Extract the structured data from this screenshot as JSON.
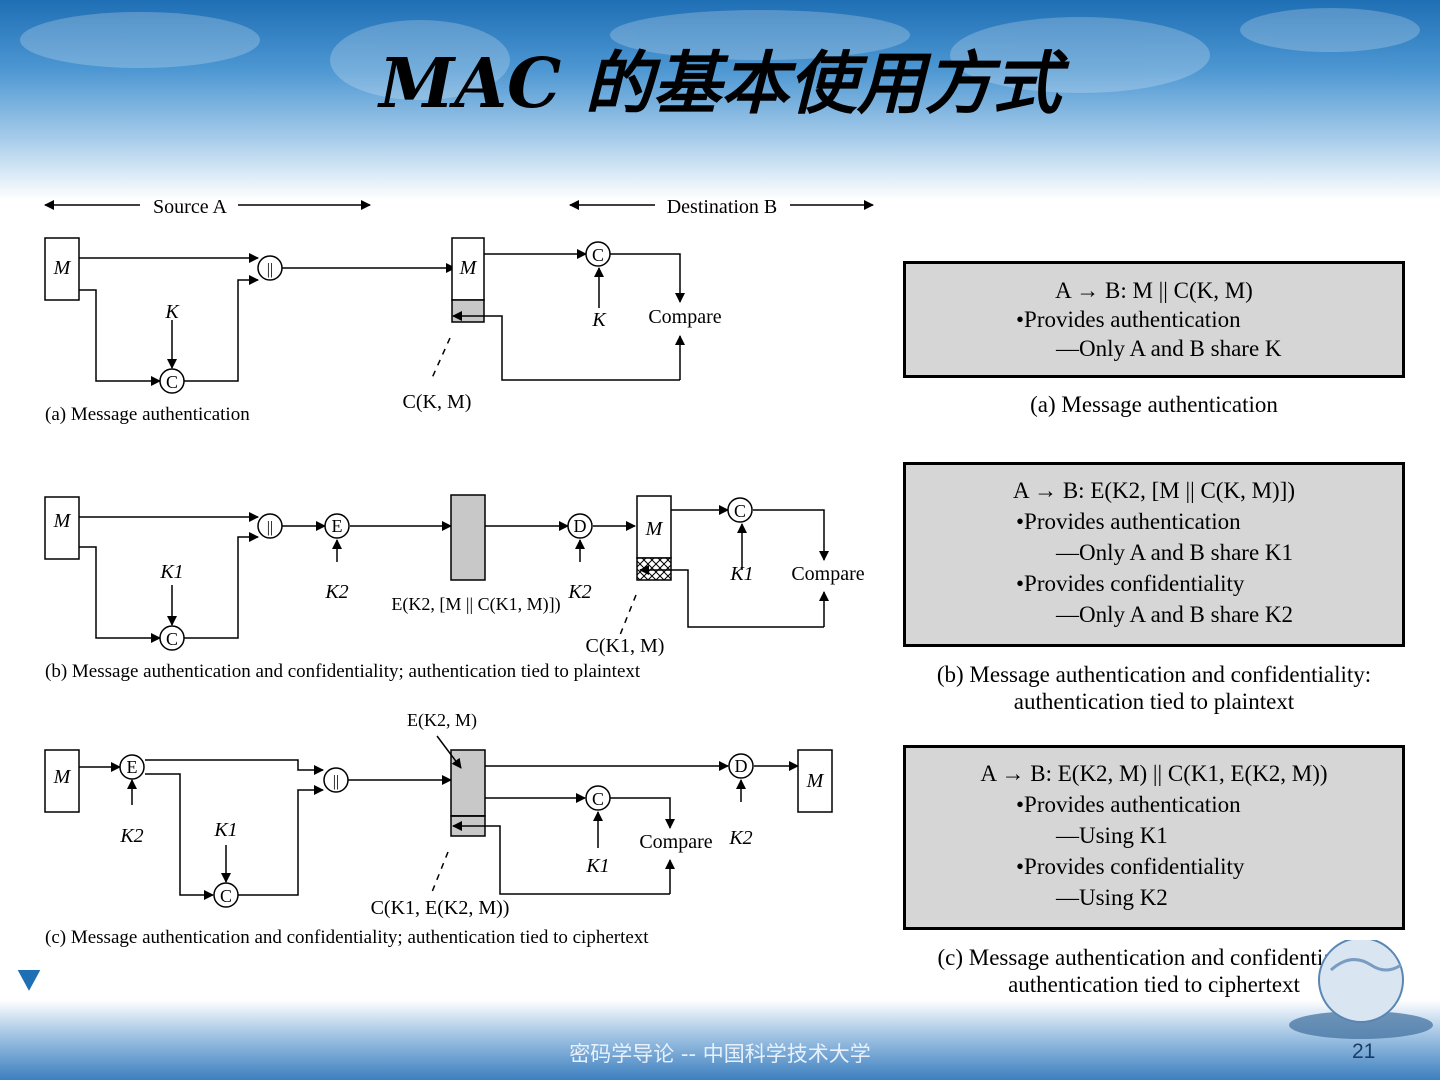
{
  "slide": {
    "title": "MAC 的基本使用方式",
    "footer": "密码学导论 -- 中国科学技术大学",
    "page_number": "21"
  },
  "diagram": {
    "source_label": "Source A",
    "dest_label": "Destination B",
    "a": {
      "caption": "(a) Message authentication",
      "m": "M",
      "concat": "||",
      "c": "C",
      "k": "K",
      "compare": "Compare",
      "mac": "C(K, M)"
    },
    "b": {
      "caption": "(b) Message authentication and confidentiality; authentication tied to plaintext",
      "m": "M",
      "concat": "||",
      "c": "C",
      "e": "E",
      "d": "D",
      "compare": "Compare",
      "k1": "K1",
      "k2": "K2",
      "cipher": "E(K2, [M || C(K1, M)])",
      "mac": "C(K1, M)"
    },
    "c": {
      "caption": "(c) Message authentication and confidentiality; authentication tied to ciphertext",
      "m": "M",
      "concat": "||",
      "c": "C",
      "e": "E",
      "d": "D",
      "compare": "Compare",
      "k1": "K1",
      "k2": "K2",
      "cipher": "E(K2, M)",
      "mac": "C(K1, E(K2, M))"
    }
  },
  "summary": {
    "a": {
      "line1": "A → B: M || C(K, M)",
      "line2": "•Provides authentication",
      "line3": "—Only A and B share K",
      "caption1": "(a) Message authentication"
    },
    "b": {
      "line1": "A → B: E(K2, [M || C(K, M)])",
      "line2": "•Provides authentication",
      "line3": "—Only A and B share K1",
      "line4": "•Provides confidentiality",
      "line5": "—Only A and B share K2",
      "caption1": "(b) Message authentication and confidentiality:",
      "caption2": "authentication tied to plaintext"
    },
    "c": {
      "line1": "A → B: E(K2, M) || C(K1, E(K2, M))",
      "line2": "•Provides authentication",
      "line3": "—Using K1",
      "line4": "•Provides confidentiality",
      "line5": "—Using K2",
      "caption1": "(c) Message authentication and confidentiality:",
      "caption2": "authentication tied to ciphertext"
    }
  }
}
